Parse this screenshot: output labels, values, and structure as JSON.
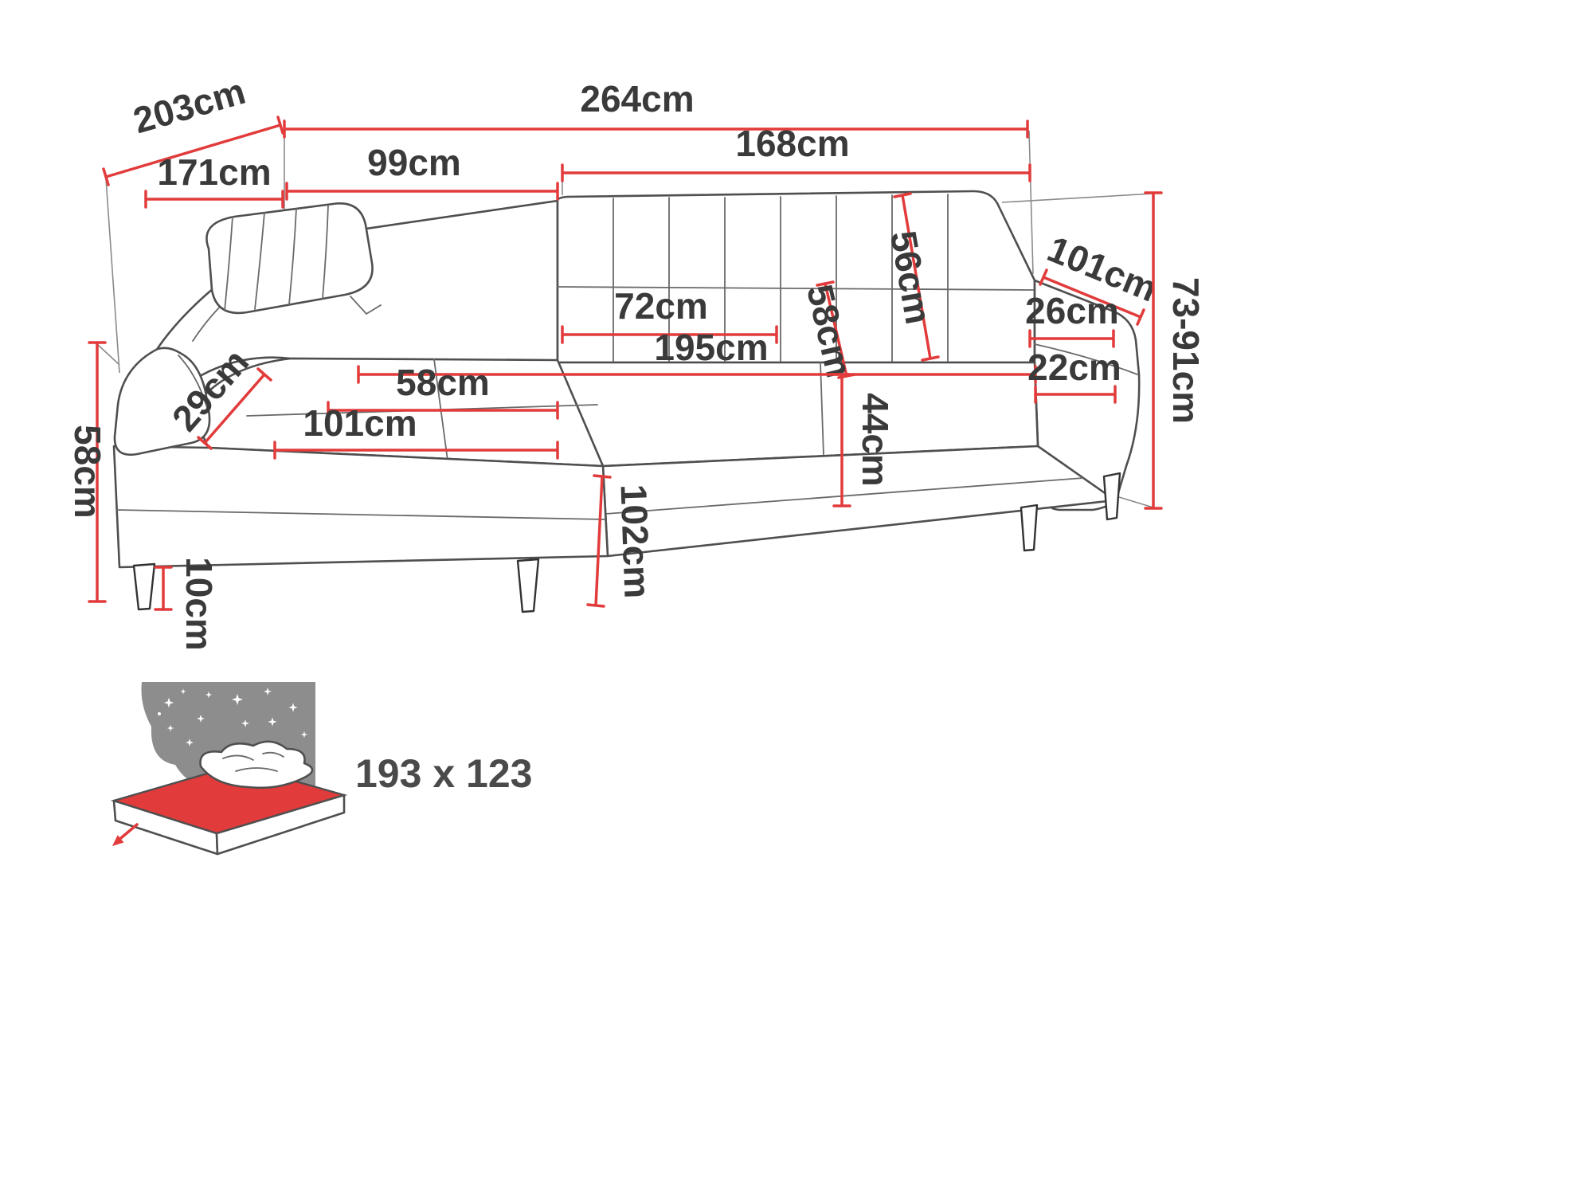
{
  "labels": {
    "total_depth": "203cm",
    "back_depth": "171cm",
    "total_width": "264cm",
    "right_width": "168cm",
    "corner_back_width": "99cm",
    "backrest_height": "56cm",
    "right_armrest_length": "101cm",
    "right_armrest_width": "26cm",
    "overall_height": "73-91cm",
    "seat_section_width": "72cm",
    "backrest_depth": "58cm",
    "seat_width": "195cm",
    "right_armrest_side": "22cm",
    "chaise_seat_width": "58cm",
    "left_armrest_width": "29cm",
    "chaise_width": "101cm",
    "seat_inner_height": "44cm",
    "left_side_height": "58cm",
    "leg_height": "10cm",
    "chaise_depth": "102cm"
  },
  "bed": {
    "size": "193 x 123"
  },
  "icons": {
    "sleeping_surface": "bed-with-stars-icon"
  },
  "colors": {
    "dimension": "#e23b3b",
    "outline": "#4f4f4f",
    "text": "#3a3a3a",
    "icon_gray": "#8d8d8d"
  }
}
